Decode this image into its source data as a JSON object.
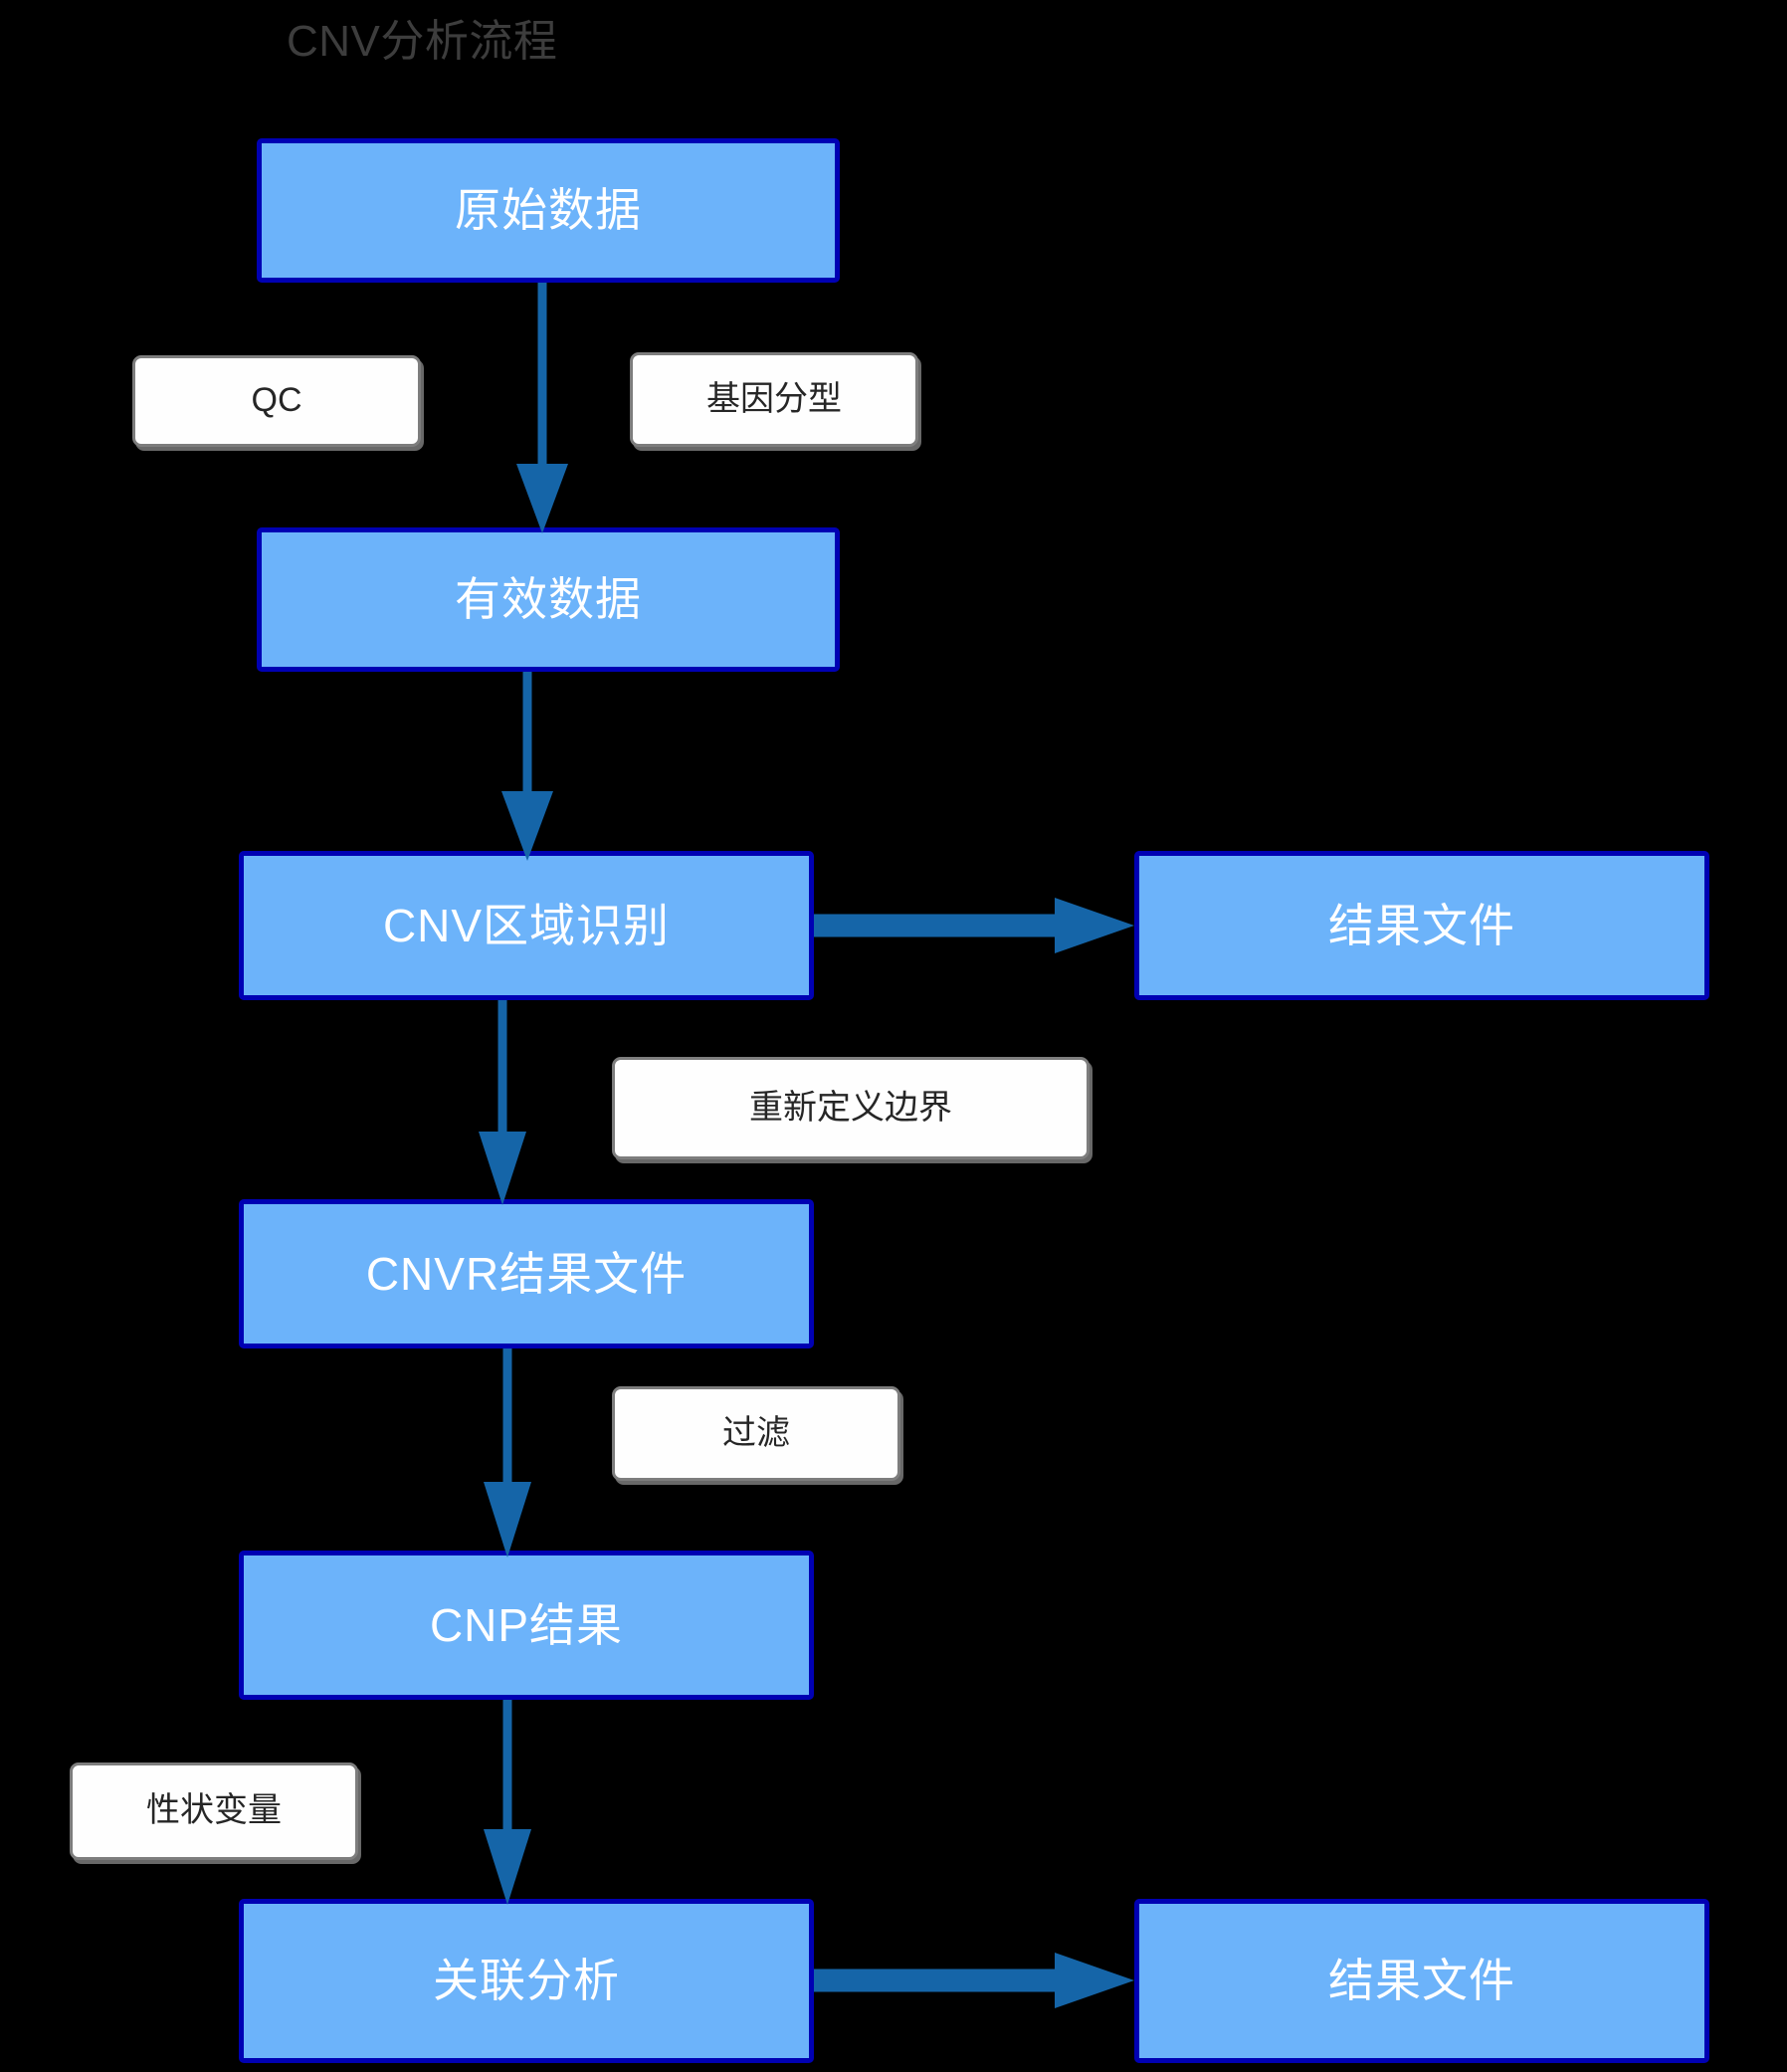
{
  "diagram": {
    "title": "CNV分析流程",
    "background_color": "#000000",
    "title_color": "#3d3d3d",
    "node_fill": "#6cb3fa",
    "node_border": "#0000b3",
    "node_text_color": "#ffffff",
    "label_fill": "#fefefe",
    "label_border": "#7d7d7d",
    "label_text_color": "#262626",
    "arrow_color": "#1565a8"
  },
  "nodes": [
    {
      "id": "raw-data",
      "label": "原始数据"
    },
    {
      "id": "valid-data",
      "label": "有效数据"
    },
    {
      "id": "cnv-region",
      "label": "CNV区域识别"
    },
    {
      "id": "result-file-1",
      "label": "结果文件"
    },
    {
      "id": "cnvr-result",
      "label": "CNVR结果文件"
    },
    {
      "id": "cnp-result",
      "label": "CNP结果"
    },
    {
      "id": "assoc-analysis",
      "label": "关联分析"
    },
    {
      "id": "result-file-2",
      "label": "结果文件"
    }
  ],
  "edge_labels": [
    {
      "id": "qc",
      "label": "QC"
    },
    {
      "id": "genotyping",
      "label": "基因分型"
    },
    {
      "id": "redefine",
      "label": "重新定义边界"
    },
    {
      "id": "filter",
      "label": "过滤"
    },
    {
      "id": "trait",
      "label": "性状变量"
    }
  ],
  "edges": [
    {
      "from": "raw-data",
      "to": "valid-data",
      "direction": "down"
    },
    {
      "from": "valid-data",
      "to": "cnv-region",
      "direction": "down"
    },
    {
      "from": "cnv-region",
      "to": "result-file-1",
      "direction": "right"
    },
    {
      "from": "cnv-region",
      "to": "cnvr-result",
      "direction": "down"
    },
    {
      "from": "cnvr-result",
      "to": "cnp-result",
      "direction": "down"
    },
    {
      "from": "cnp-result",
      "to": "assoc-analysis",
      "direction": "down"
    },
    {
      "from": "assoc-analysis",
      "to": "result-file-2",
      "direction": "right"
    }
  ]
}
